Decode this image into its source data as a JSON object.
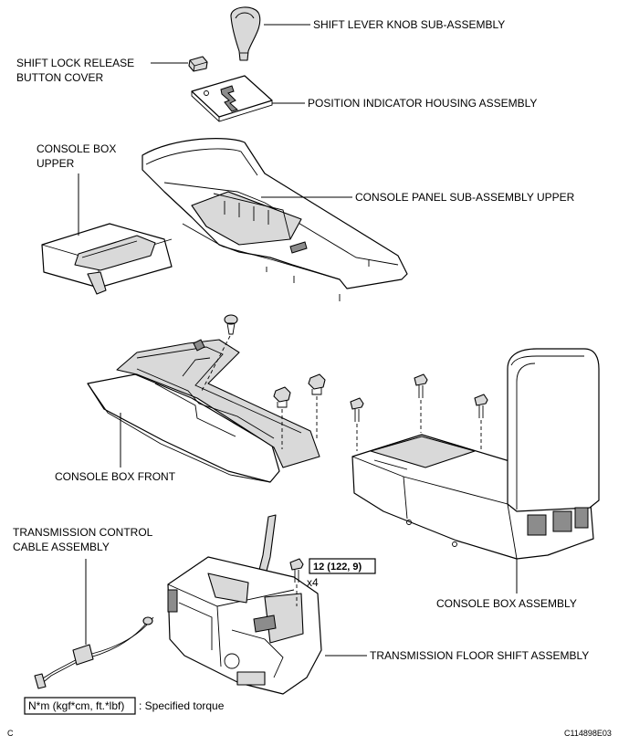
{
  "labels": {
    "shift_lever_knob": "SHIFT LEVER KNOB SUB-ASSEMBLY",
    "shift_lock_line1": "SHIFT LOCK RELEASE",
    "shift_lock_line2": "BUTTON COVER",
    "position_indicator": "POSITION INDICATOR HOUSING ASSEMBLY",
    "console_upper_line1": "CONSOLE BOX",
    "console_upper_line2": "UPPER",
    "console_panel_upper": "CONSOLE PANEL SUB-ASSEMBLY UPPER",
    "console_box_front": "CONSOLE BOX FRONT",
    "trans_cable_line1": "TRANSMISSION CONTROL",
    "trans_cable_line2": "CABLE ASSEMBLY",
    "console_box_assembly": "CONSOLE BOX ASSEMBLY",
    "trans_floor_shift": "TRANSMISSION FLOOR SHIFT ASSEMBLY"
  },
  "torque": {
    "value": "12 (122, 9)",
    "count": "x4"
  },
  "legend": {
    "box_text": "N*m (kgf*cm, ft.*lbf)",
    "description": ": Specified torque"
  },
  "corner": {
    "left": "C",
    "right": "C114898E03"
  }
}
